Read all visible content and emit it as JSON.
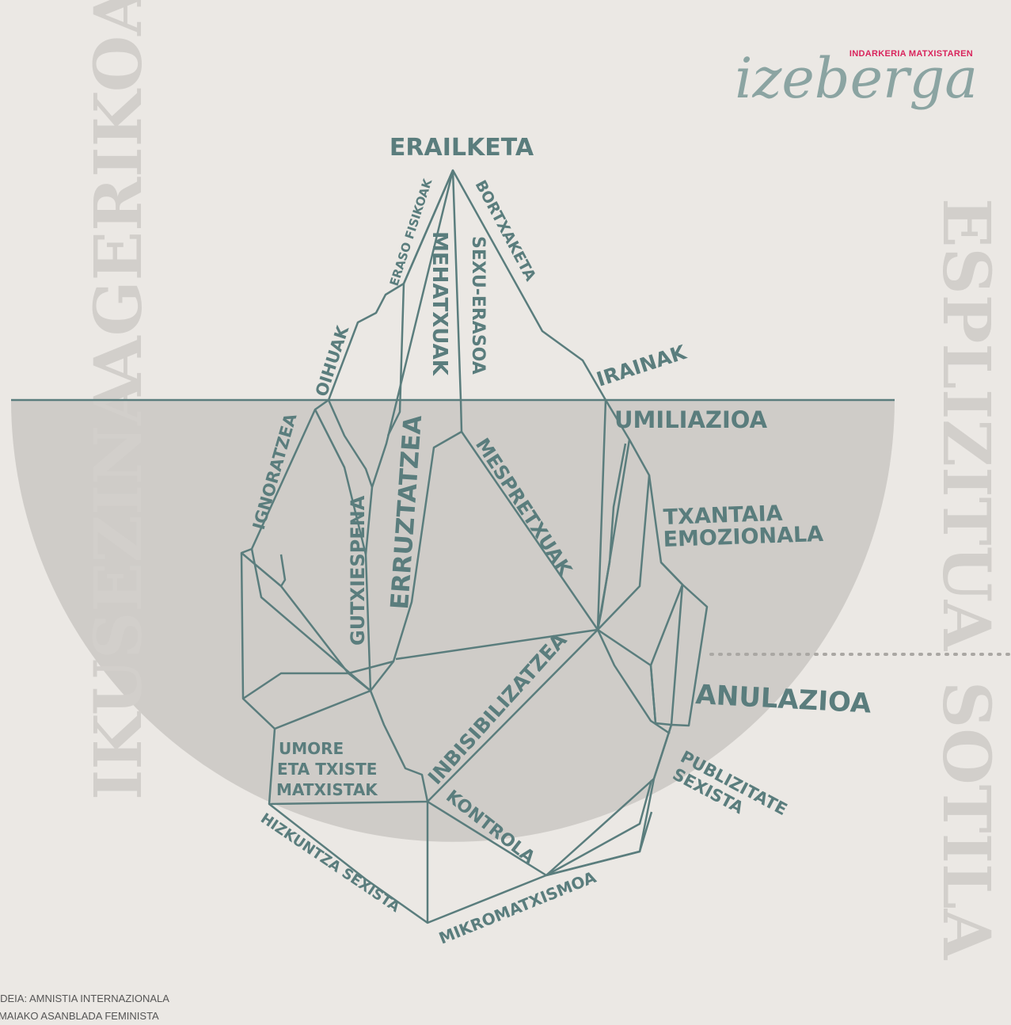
{
  "brand": {
    "subtitle": "INDARKERIA MATXISTAREN",
    "title": "izeberga"
  },
  "side_labels": {
    "left_upper": "AGERIKOA",
    "left_lower": "IKUSEZINA",
    "right_upper": "ESPLIZITUA",
    "right_lower": "SOTILA"
  },
  "above_water": {
    "top": "ERAILKETA",
    "items": [
      "ERASO FISIKOAK",
      "BORTXAKETA",
      "MEHATXUAK",
      "SEXU-ERASOA",
      "OIHUAK",
      "IRAINAK"
    ]
  },
  "below_water": {
    "items": [
      "UMILIAZIOA",
      "IGNORATZEA",
      "GUTXIESPENA",
      "ERRUZTATZEA",
      "MESPRETXUAK",
      "TXANTAIA",
      "EMOZIONALA",
      "INBISIBILIZATZEA",
      "ANULAZIOA",
      "UMORE",
      "ETA TXISTE",
      "MATXISTAK",
      "KONTROLA",
      "PUBLIZITATE",
      "SEXISTA",
      "HIZKUNTZA SEXISTA",
      "MIKROMATXISMOA"
    ]
  },
  "credits": [
    "KOAREN IDEIA: AMNISTIA INTERNAZIONALA",
    "PENA: ZUMAIAKO ASANBLADA FEMINISTA"
  ],
  "colors": {
    "background": "#ebe8e4",
    "underwater": "#cfccc8",
    "line": "#5a7d7d",
    "accent": "#d9245c"
  }
}
